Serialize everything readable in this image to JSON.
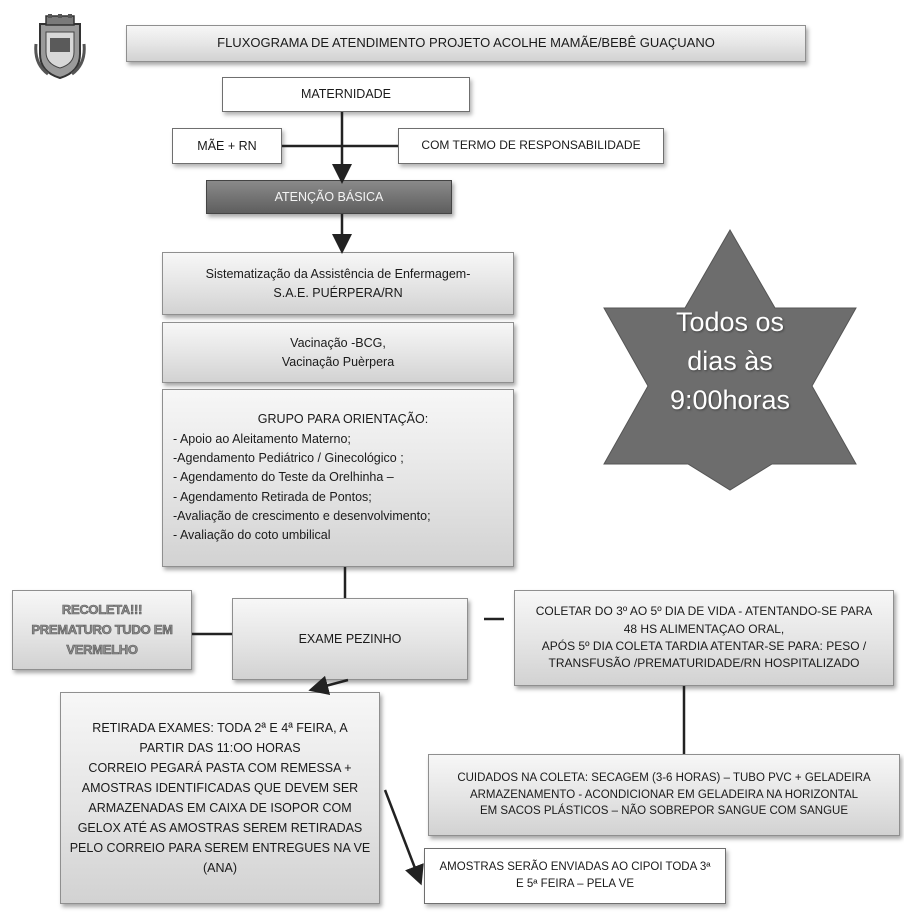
{
  "title": "FLUXOGRAMA  DE ATENDIMENTO PROJETO ACOLHE MAMÃE/BEBÊ GUAÇUANO",
  "maternidade": "MATERNIDADE",
  "mae_rn": "MÃE + RN",
  "termo": "COM TERMO DE RESPONSABILIDADE",
  "atencao_basica": "ATENÇÃO BÁSICA",
  "sae": [
    "Sistematização da Assistência de Enfermagem-",
    "S.A.E.  PUÉRPERA/RN"
  ],
  "vacinacao": [
    "Vacinação -BCG,",
    "Vacinação Puèrpera"
  ],
  "grupo": {
    "title": "GRUPO PARA ORIENTAÇÃO:",
    "items": [
      "- Apoio ao Aleitamento Materno;",
      "-Agendamento Pediátrico / Ginecológico ;",
      "- Agendamento do  Teste da Orelhinha –",
      "- Agendamento  Retirada de Pontos;",
      "-Avaliação de crescimento e desenvolvimento;",
      "- Avaliação do  coto umbilical"
    ]
  },
  "recoleta": [
    "RECOLETA!!!",
    "PREMATURO TUDO EM",
    "VERMELHO"
  ],
  "exame_pezinho": "EXAME PEZINHO",
  "coletar": [
    "COLETAR DO 3º AO 5º DIA DE VIDA - ATENTANDO-SE PARA",
    "48 HS ALIMENTAÇAO ORAL,",
    "APÓS 5º DIA COLETA TARDIA ATENTAR-SE PARA:  PESO  /",
    "TRANSFUSÃO /PREMATURIDADE/RN HOSPITALIZADO"
  ],
  "retirada": [
    "RETIRADA EXAMES: TODA 2ª E 4ª FEIRA, A",
    "PARTIR DAS 11:OO HORAS",
    "CORREIO PEGARÁ PASTA COM REMESSA +",
    "AMOSTRAS IDENTIFICADAS QUE DEVEM SER",
    "ARMAZENADAS EM CAIXA DE ISOPOR COM",
    "GELOX ATÉ AS AMOSTRAS SEREM RETIRADAS",
    "PELO CORREIO PARA SEREM ENTREGUES NA VE",
    "(ANA)"
  ],
  "cuidados": [
    "CUIDADOS NA COLETA: SECAGEM (3-6 HORAS) – TUBO PVC + GELADEIRA",
    "ARMAZENAMENTO - ACONDICIONAR EM GELADEIRA NA HORIZONTAL",
    "EM SACOS PLÁSTICOS – NÃO SOBREPOR SANGUE COM SANGUE"
  ],
  "amostras": [
    "AMOSTRAS SERÃO ENVIADAS AO CIPOI TODA 3ª",
    "E 5ª FEIRA – PELA VE"
  ],
  "star_text": [
    "Todos os",
    "dias às",
    "9:00horas"
  ],
  "colors": {
    "star": "#6d6d6d",
    "dark_box": "#6e6e6e"
  },
  "icons": {
    "emblem": "municipal-coat-of-arms-icon"
  }
}
